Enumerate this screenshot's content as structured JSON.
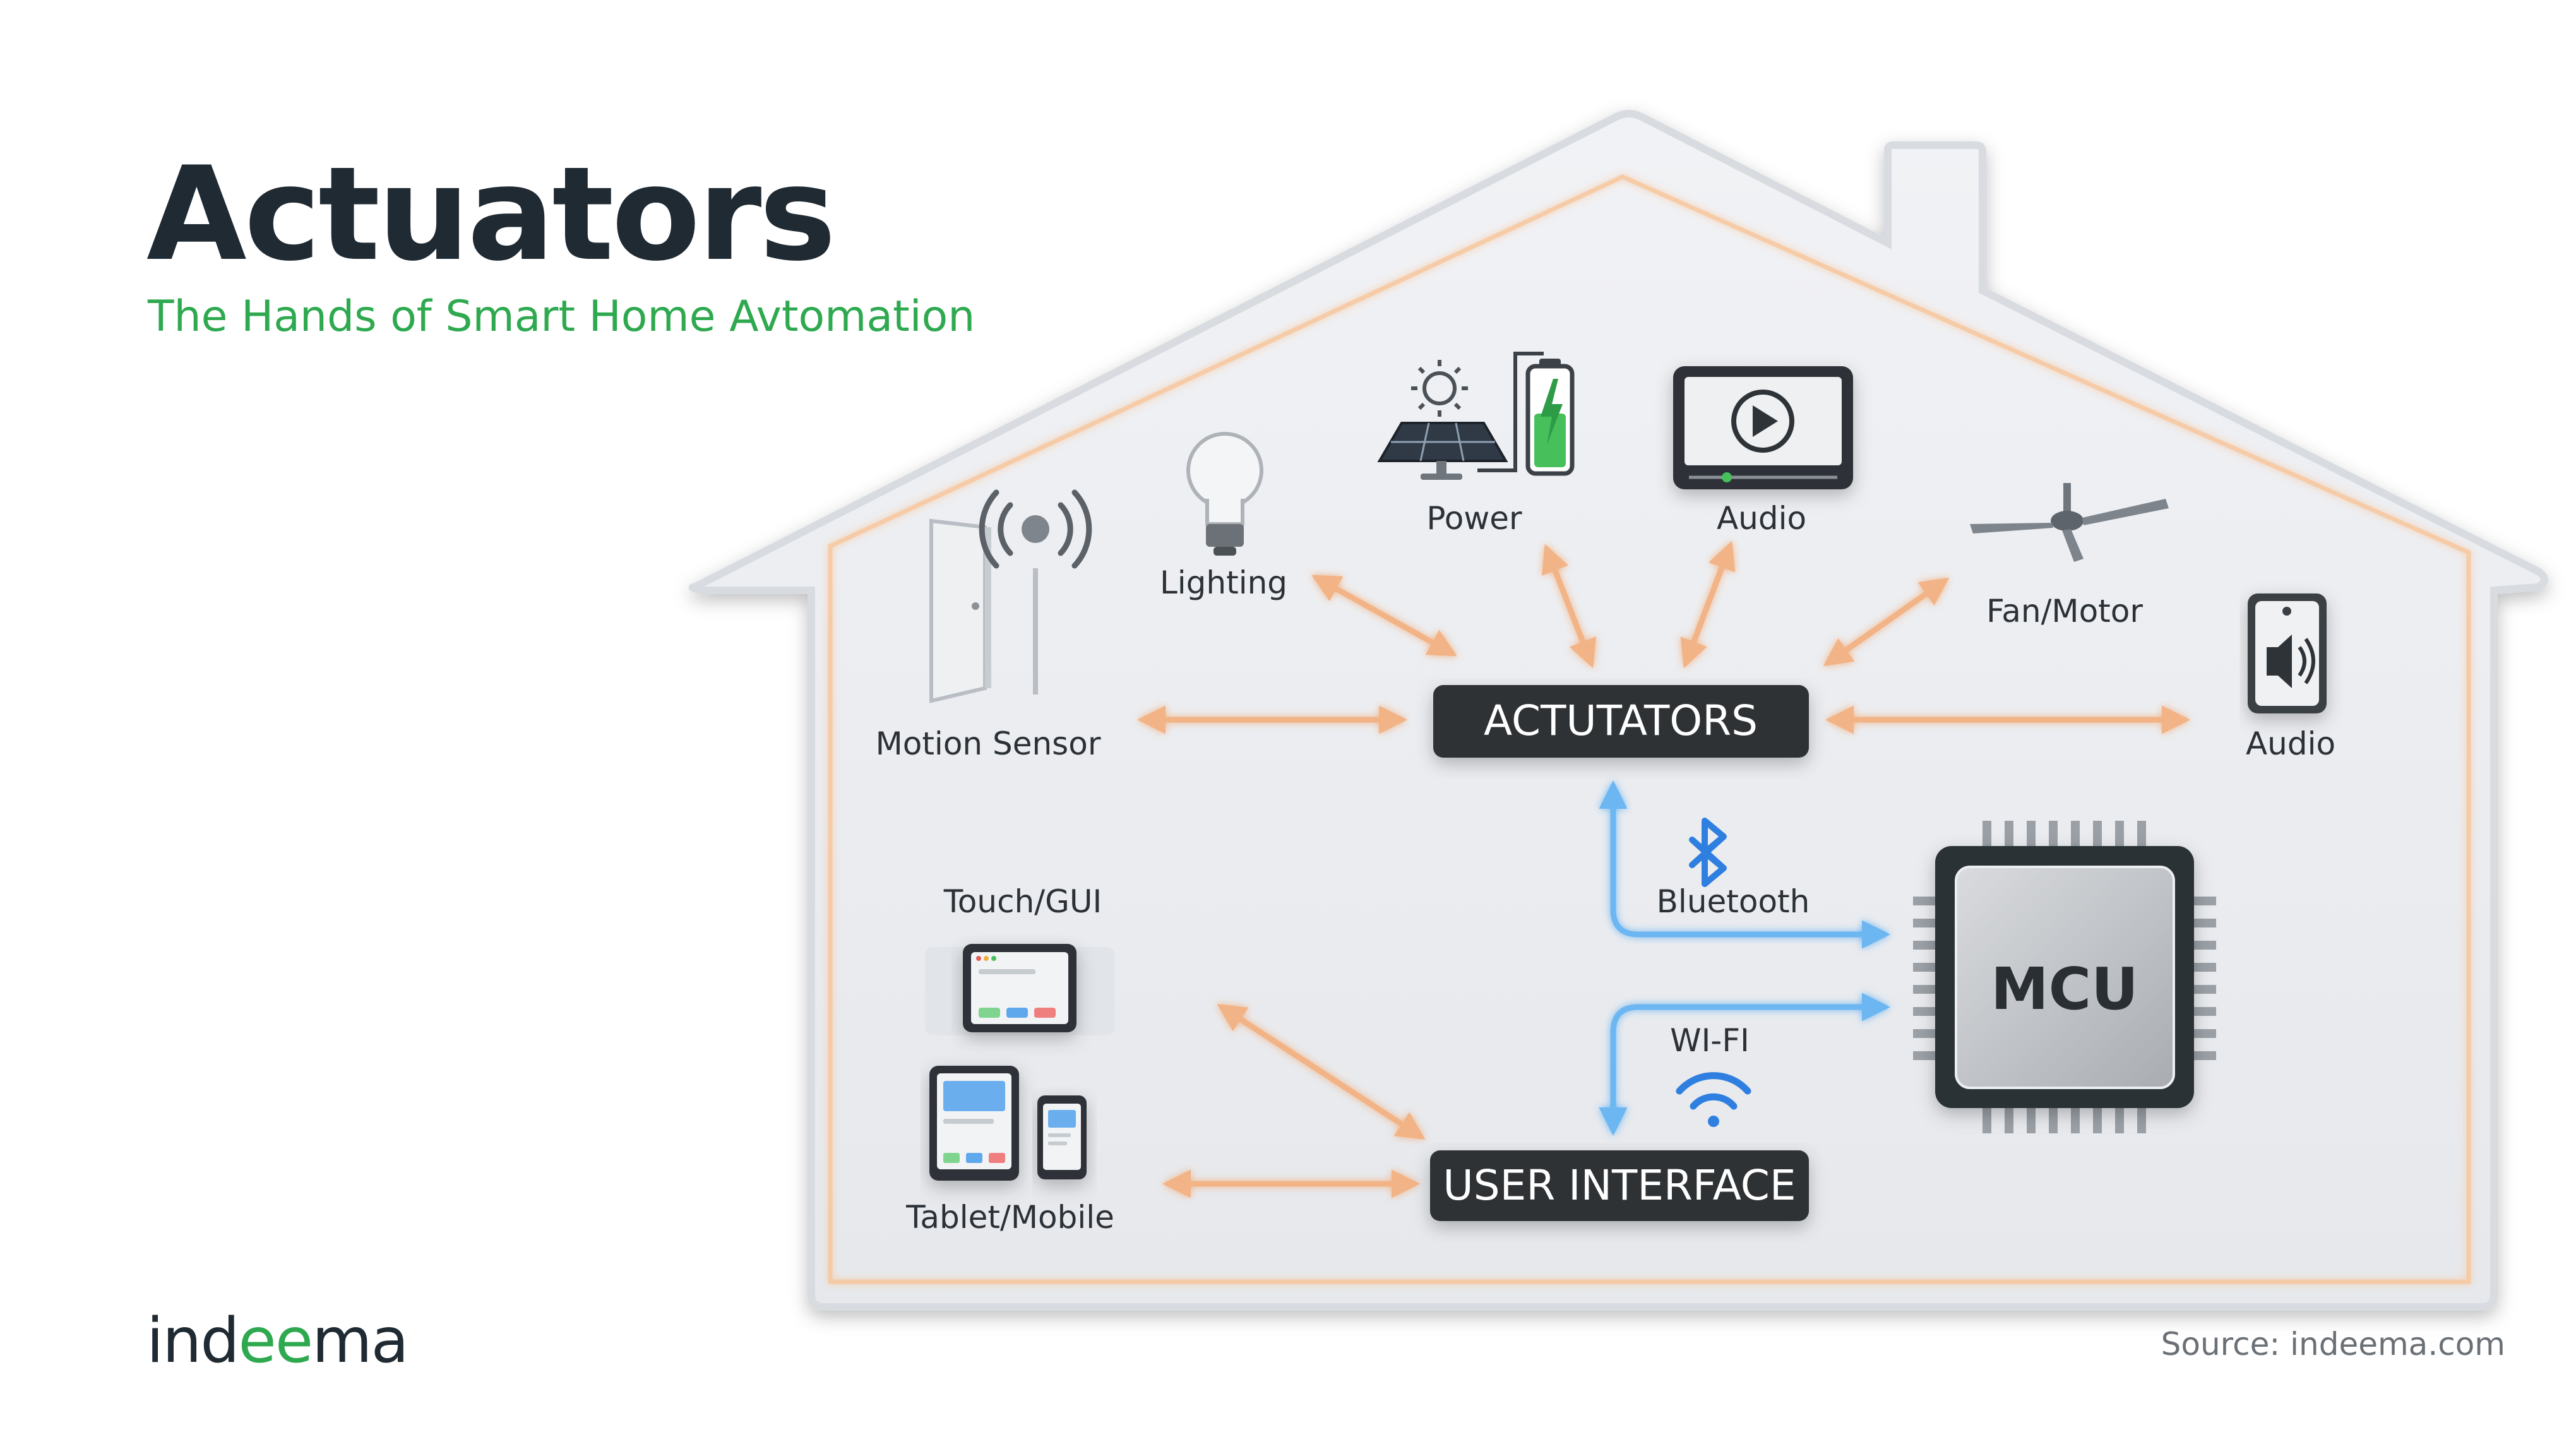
{
  "header": {
    "title": "Actuators",
    "subtitle": "The Hands of Smart Home Avtomation"
  },
  "brand": {
    "logo_text_pre": "ind",
    "logo_text_ee": "ee",
    "logo_text_post": "ma"
  },
  "source": "Source: indeema.com",
  "hubs": {
    "actuators": "ACTUTATORS",
    "user_interface": "USER INTERFACE",
    "mcu": "MCU"
  },
  "devices": {
    "motion_sensor": "Motion Sensor",
    "lighting": "Lighting",
    "power": "Power",
    "audio_top": "Audio",
    "fan_motor": "Fan/Motor",
    "audio_right": "Audio",
    "touch_gui": "Touch/GUI",
    "tablet_mobile": "Tablet/Mobile"
  },
  "connections": {
    "bluetooth": "Bluetooth",
    "wifi": "WI-FI"
  },
  "colors": {
    "title": "#1f2a33",
    "accent_green": "#2ea94f",
    "warm_glow": "#f6b98a",
    "blue_glow": "#4aa3f0",
    "hub_dark": "#2f3336"
  },
  "icons": [
    "door-icon",
    "wireless-signal-icon",
    "light-bulb-icon",
    "sun-icon",
    "solar-panel-icon",
    "battery-icon",
    "play-monitor-icon",
    "ceiling-fan-icon",
    "speaker-icon",
    "touch-screen-icon",
    "tablet-icon",
    "phone-icon",
    "bluetooth-icon",
    "wifi-icon",
    "chip-icon"
  ]
}
